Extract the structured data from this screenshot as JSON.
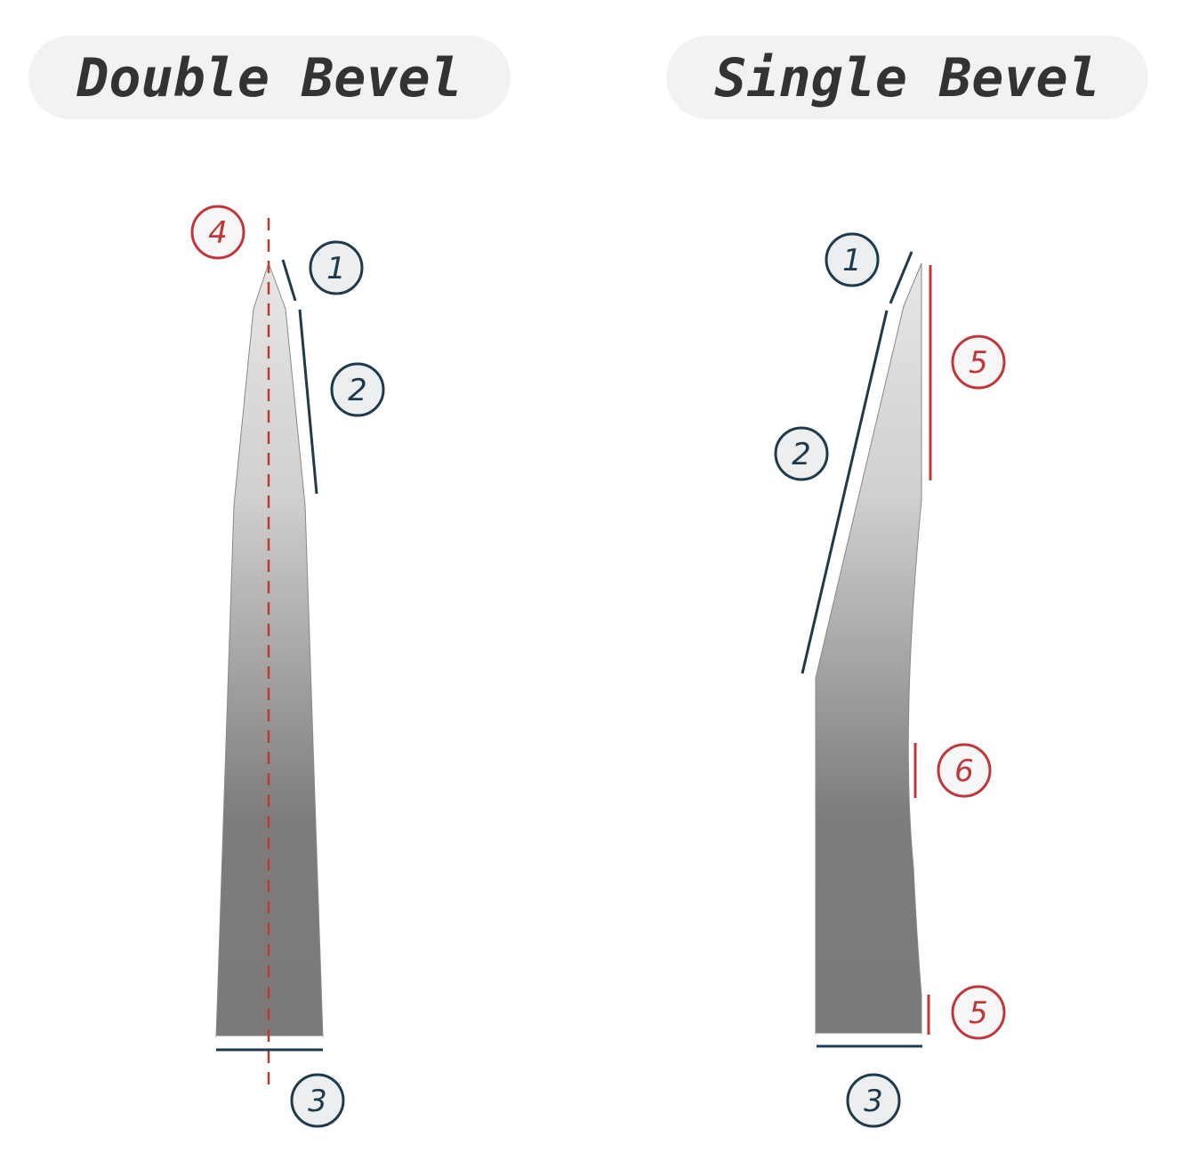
{
  "titles": {
    "double": "Double Bevel",
    "single": "Single Bevel"
  },
  "double_bevel": {
    "markers": {
      "m4": "4",
      "m1": "1",
      "m2": "2",
      "m3": "3"
    }
  },
  "single_bevel": {
    "markers": {
      "m1": "1",
      "m5_top": "5",
      "m2": "2",
      "m6": "6",
      "m5_bottom": "5",
      "m3": "3"
    }
  },
  "colors": {
    "navy": "#1e3a4c",
    "red": "#c0373a",
    "pill": "#f2f2f2",
    "marker_fill": "#eceef0",
    "red_marker_fill": "#f7f7f7",
    "blade_light": "#e6e6e6",
    "blade_dark": "#7a7a7a",
    "title_text": "#333333"
  }
}
